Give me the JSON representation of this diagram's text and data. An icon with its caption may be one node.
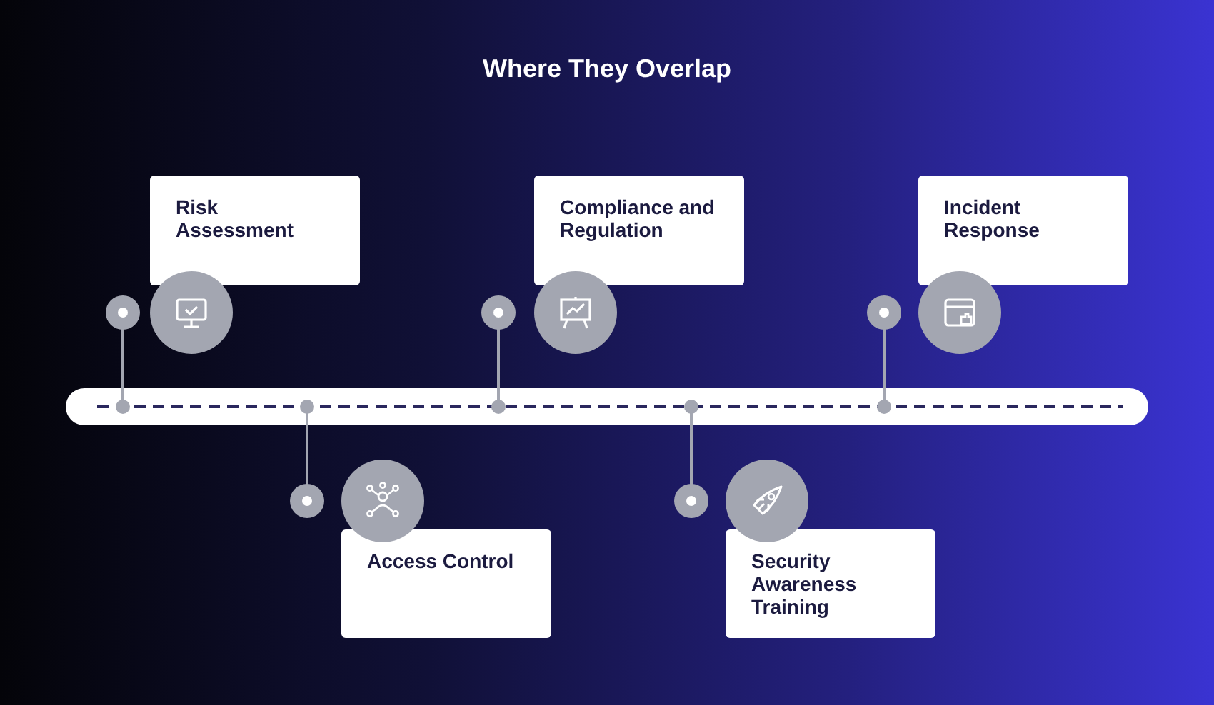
{
  "diagram": {
    "title": "Where They Overlap",
    "nodes": [
      {
        "text": [
          "Risk Assessment"
        ]
      },
      {
        "text": [
          "Access Control"
        ]
      },
      {
        "text": [
          "Compliance and Regulation"
        ]
      },
      {
        "text": [
          "Security Awareness Training"
        ]
      },
      {
        "text": [
          "Incident Response"
        ]
      }
    ]
  }
}
